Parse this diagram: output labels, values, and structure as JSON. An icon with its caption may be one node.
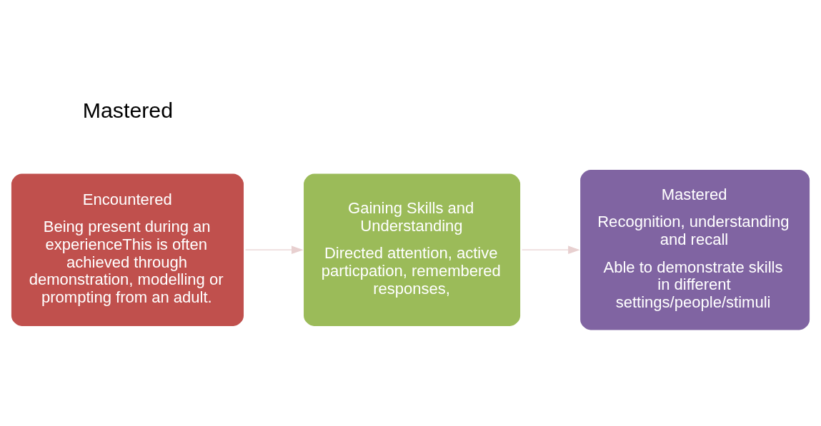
{
  "diagram": {
    "nodes": [
      {
        "text": [
          "Encountered",
          "Being present during an experienceThis is often achieved through demonstration, modelling or prompting from an adult."
        ]
      },
      {
        "text": [
          "Gaining Skills and Understanding",
          "Directed attention, active particpation, remembered responses,"
        ]
      },
      {
        "text": [
          "Mastered",
          "Recognition, understanding and recall",
          "Able to demonstrate skills in different settings/people/stimuli"
        ]
      }
    ],
    "edges": [
      {
        "from": 0,
        "to": 1,
        "arrow": "to",
        "color": "#e8d0d0"
      },
      {
        "from": 1,
        "to": 2,
        "arrow": "to",
        "color": "#e8d0d0"
      }
    ],
    "labels": [
      "Mastered"
    ]
  }
}
